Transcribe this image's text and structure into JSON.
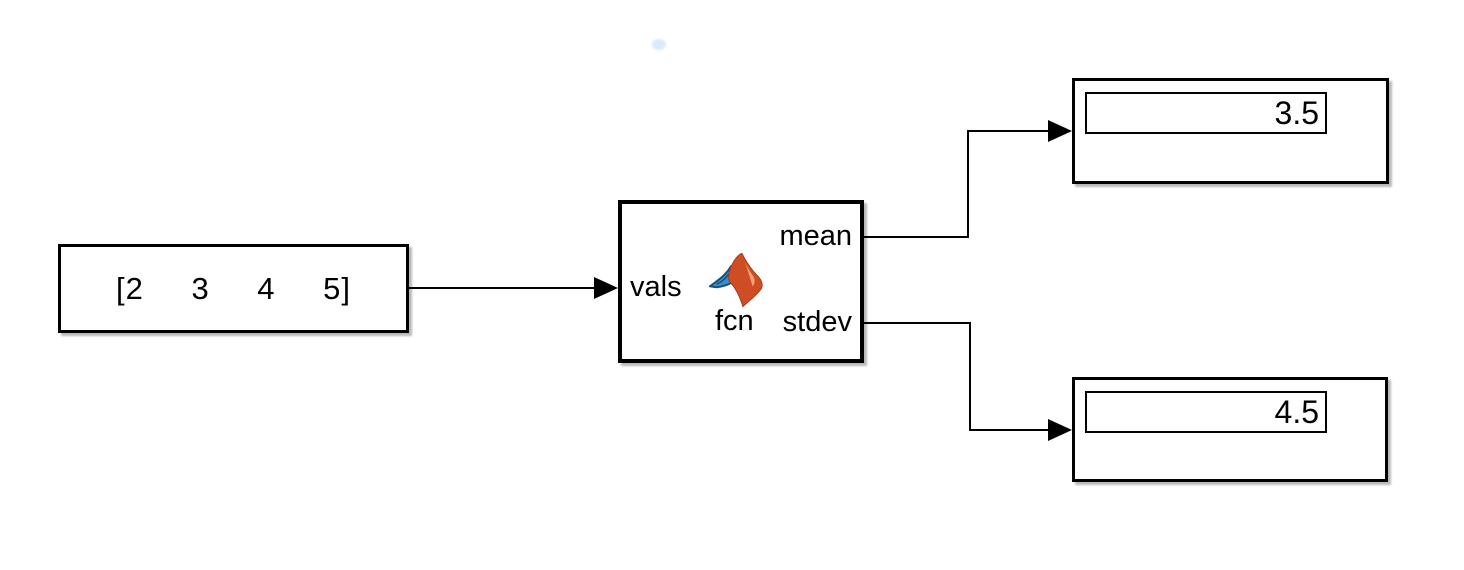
{
  "diagram": {
    "constant_block": {
      "value": "[2 3 4 5]"
    },
    "matlab_function_block": {
      "input_port": "vals",
      "output_port_top": "mean",
      "output_port_bottom": "stdev",
      "caption": "fcn"
    },
    "display_block_top": {
      "value": "3.5"
    },
    "display_block_bottom": {
      "value": "4.5"
    }
  },
  "icons": {
    "matlab_logo": "matlab-membrane-logo",
    "arrowhead": "solid-right-triangle"
  },
  "colors": {
    "background": "#ffffff",
    "block_fill": "#ffffff",
    "block_border": "#000000",
    "wire": "#000000",
    "logo_orange": "#cf4d24",
    "logo_orange_highlight": "#f0a276",
    "logo_blue": "#3a8dc8",
    "logo_blue_dark": "#164e76",
    "artifact_dot": "#d9eafa"
  }
}
